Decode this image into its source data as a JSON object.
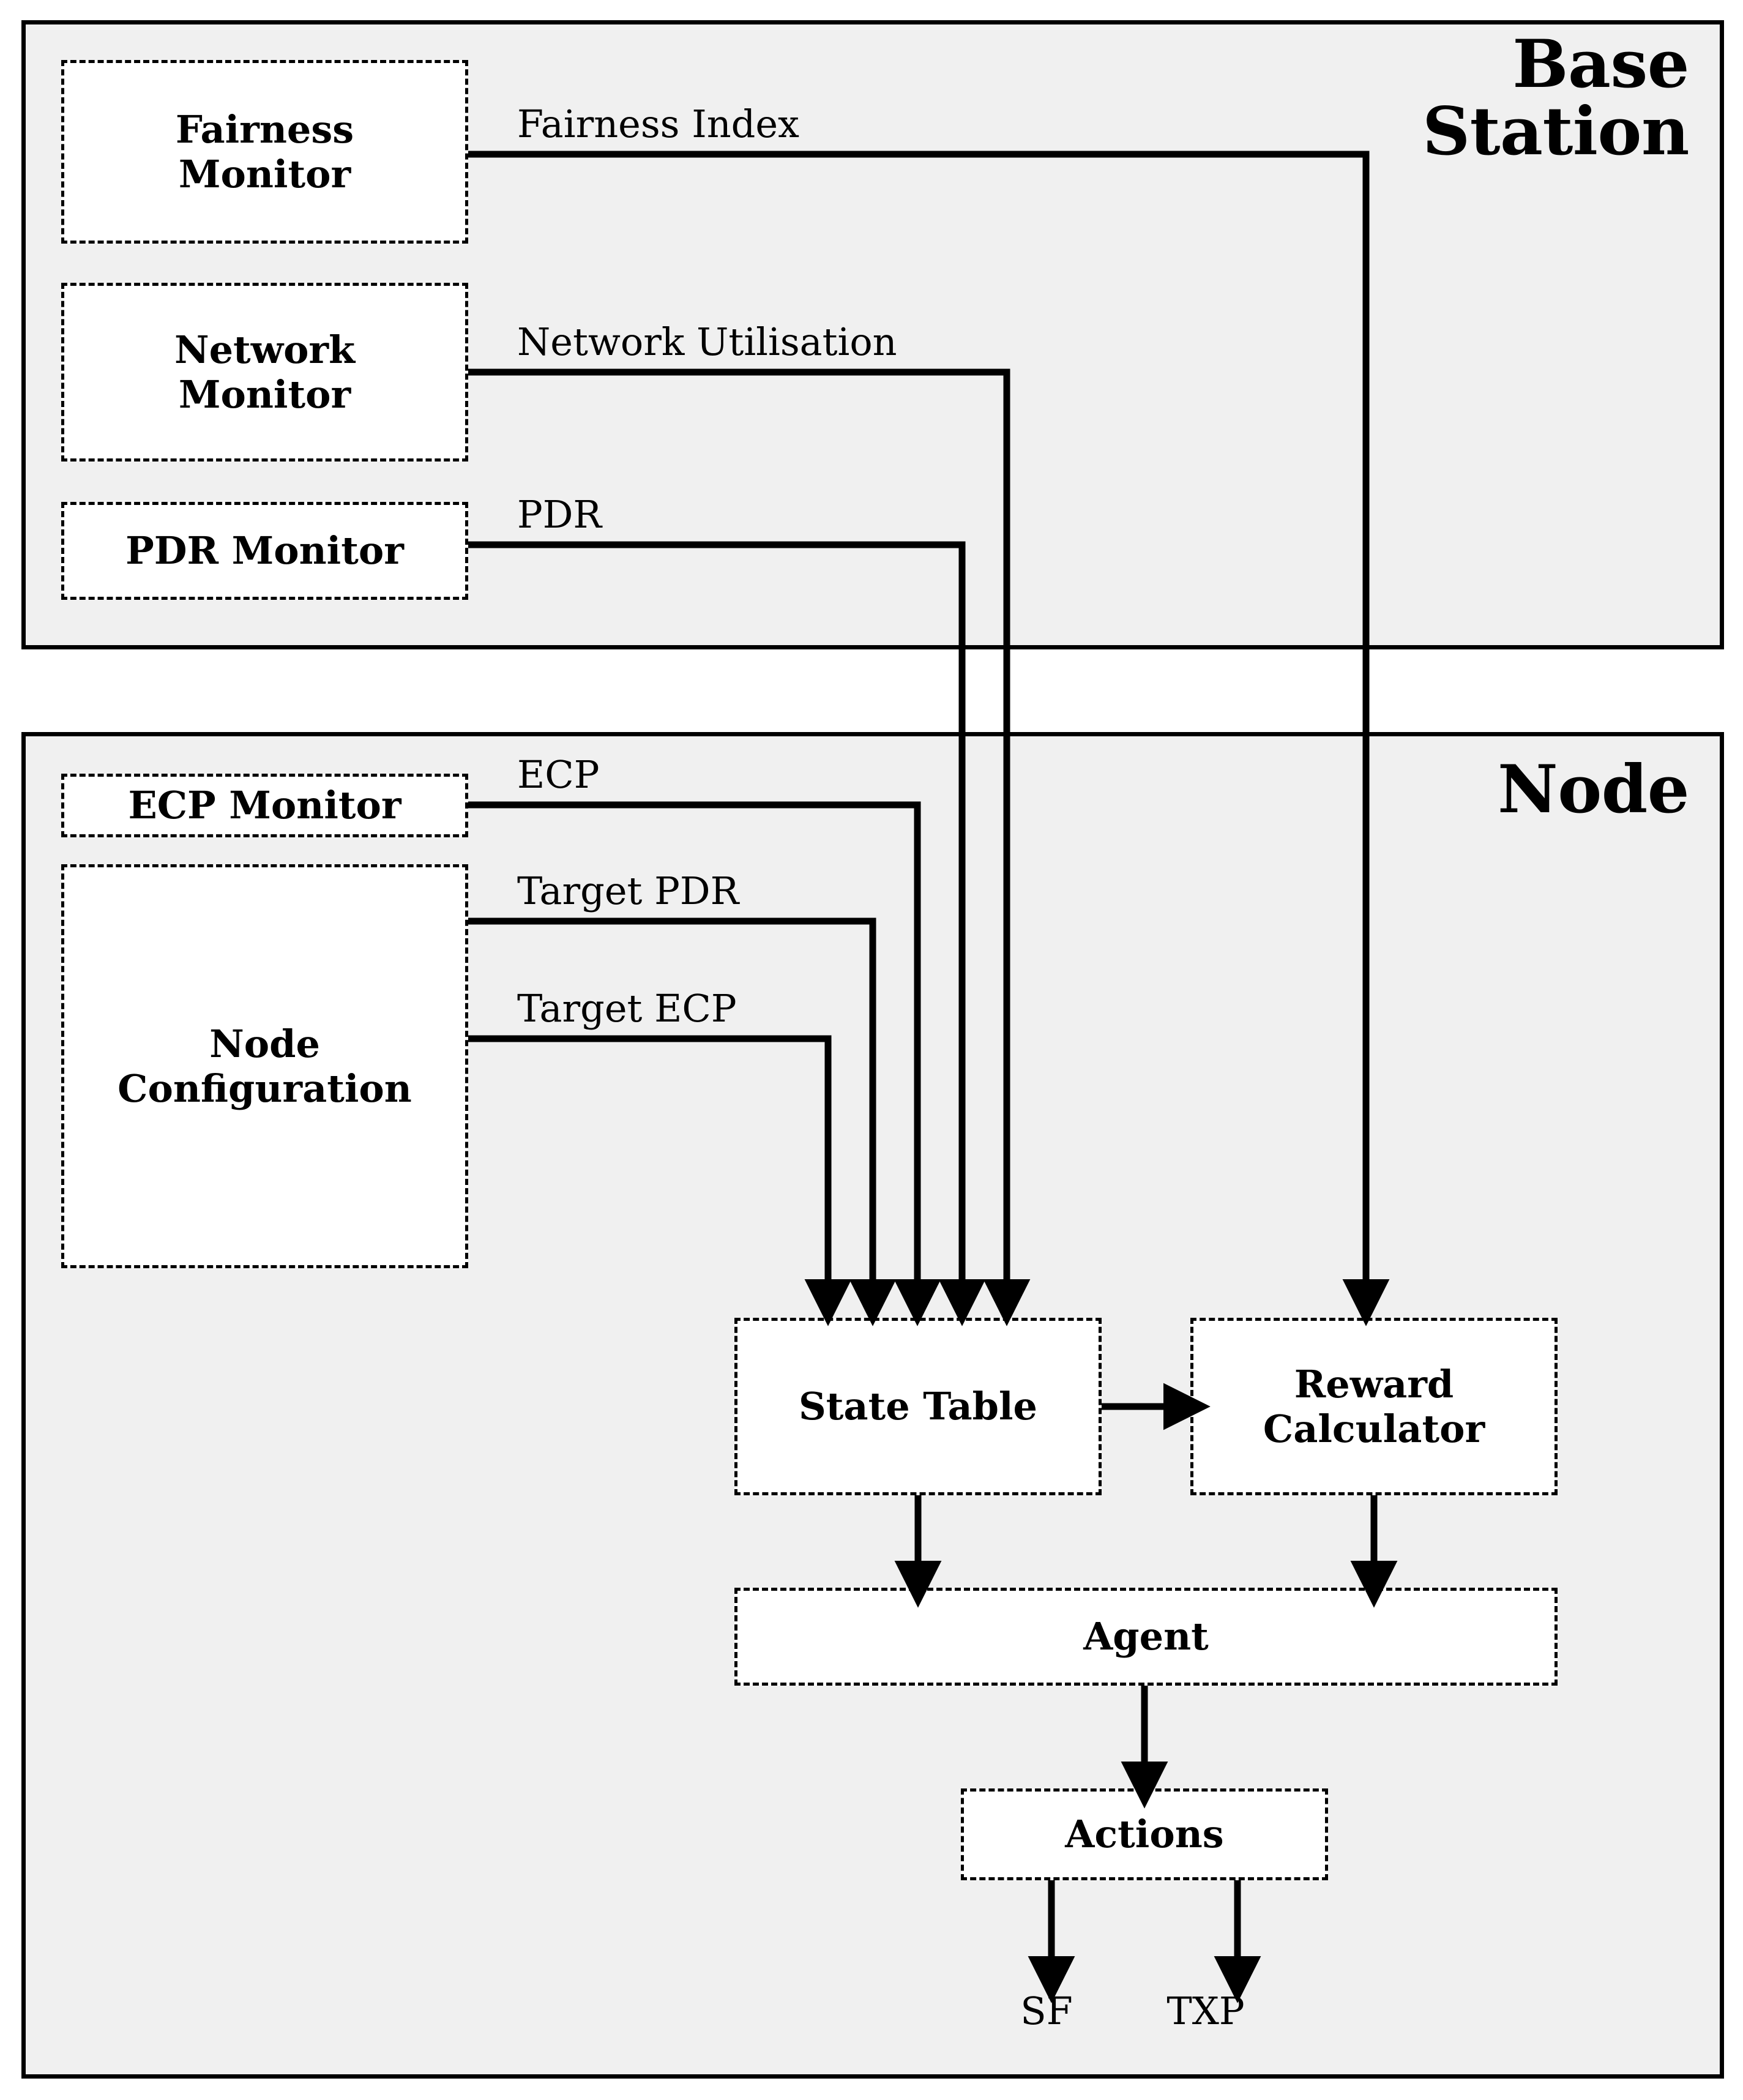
{
  "diagram": {
    "title_hidden": "",
    "containers": [
      {
        "id": "base-station",
        "label": "Base\nStation"
      },
      {
        "id": "node",
        "label": "Node"
      }
    ],
    "base_station": {
      "label": "Base Station",
      "label_line1": "Base",
      "label_line2": "Station",
      "blocks": [
        {
          "id": "fairness-monitor",
          "label": "Fairness\nMonitor",
          "line1": "Fairness",
          "line2": "Monitor"
        },
        {
          "id": "network-monitor",
          "label": "Network\nMonitor",
          "line1": "Network",
          "line2": "Monitor"
        },
        {
          "id": "pdr-monitor",
          "label": "PDR Monitor"
        }
      ]
    },
    "node": {
      "label": "Node",
      "blocks": [
        {
          "id": "ecp-monitor",
          "label": "ECP Monitor"
        },
        {
          "id": "node-configuration",
          "label": "Node\nConfiguration",
          "line1": "Node",
          "line2": "Configuration"
        },
        {
          "id": "state-table",
          "label": "State Table"
        },
        {
          "id": "reward-calculator",
          "label": "Reward\nCalculator",
          "line1": "Reward",
          "line2": "Calculator"
        },
        {
          "id": "agent",
          "label": "Agent"
        },
        {
          "id": "actions",
          "label": "Actions"
        }
      ],
      "outputs": [
        {
          "id": "sf",
          "label": "SF"
        },
        {
          "id": "txp",
          "label": "TXP"
        }
      ]
    },
    "edge_labels": [
      {
        "id": "fairness-index",
        "label": "Fairness Index",
        "from": "fairness-monitor",
        "to": "reward-calculator"
      },
      {
        "id": "network-utilisation",
        "label": "Network Utilisation",
        "from": "network-monitor",
        "to": "state-table"
      },
      {
        "id": "pdr",
        "label": "PDR",
        "from": "pdr-monitor",
        "to": "state-table"
      },
      {
        "id": "ecp",
        "label": "ECP",
        "from": "ecp-monitor",
        "to": "state-table"
      },
      {
        "id": "target-pdr",
        "label": "Target PDR",
        "from": "node-configuration",
        "to": "state-table"
      },
      {
        "id": "target-ecp",
        "label": "Target ECP",
        "from": "node-configuration",
        "to": "state-table"
      }
    ],
    "unlabelled_edges": [
      {
        "from": "state-table",
        "to": "reward-calculator"
      },
      {
        "from": "state-table",
        "to": "agent"
      },
      {
        "from": "reward-calculator",
        "to": "agent"
      },
      {
        "from": "agent",
        "to": "actions"
      },
      {
        "from": "actions",
        "to": "sf"
      },
      {
        "from": "actions",
        "to": "txp"
      }
    ],
    "colors": {
      "container_fill": "#f0f0f0",
      "block_fill": "#ffffff",
      "stroke": "#000000",
      "page_background": "#ffffff"
    }
  }
}
